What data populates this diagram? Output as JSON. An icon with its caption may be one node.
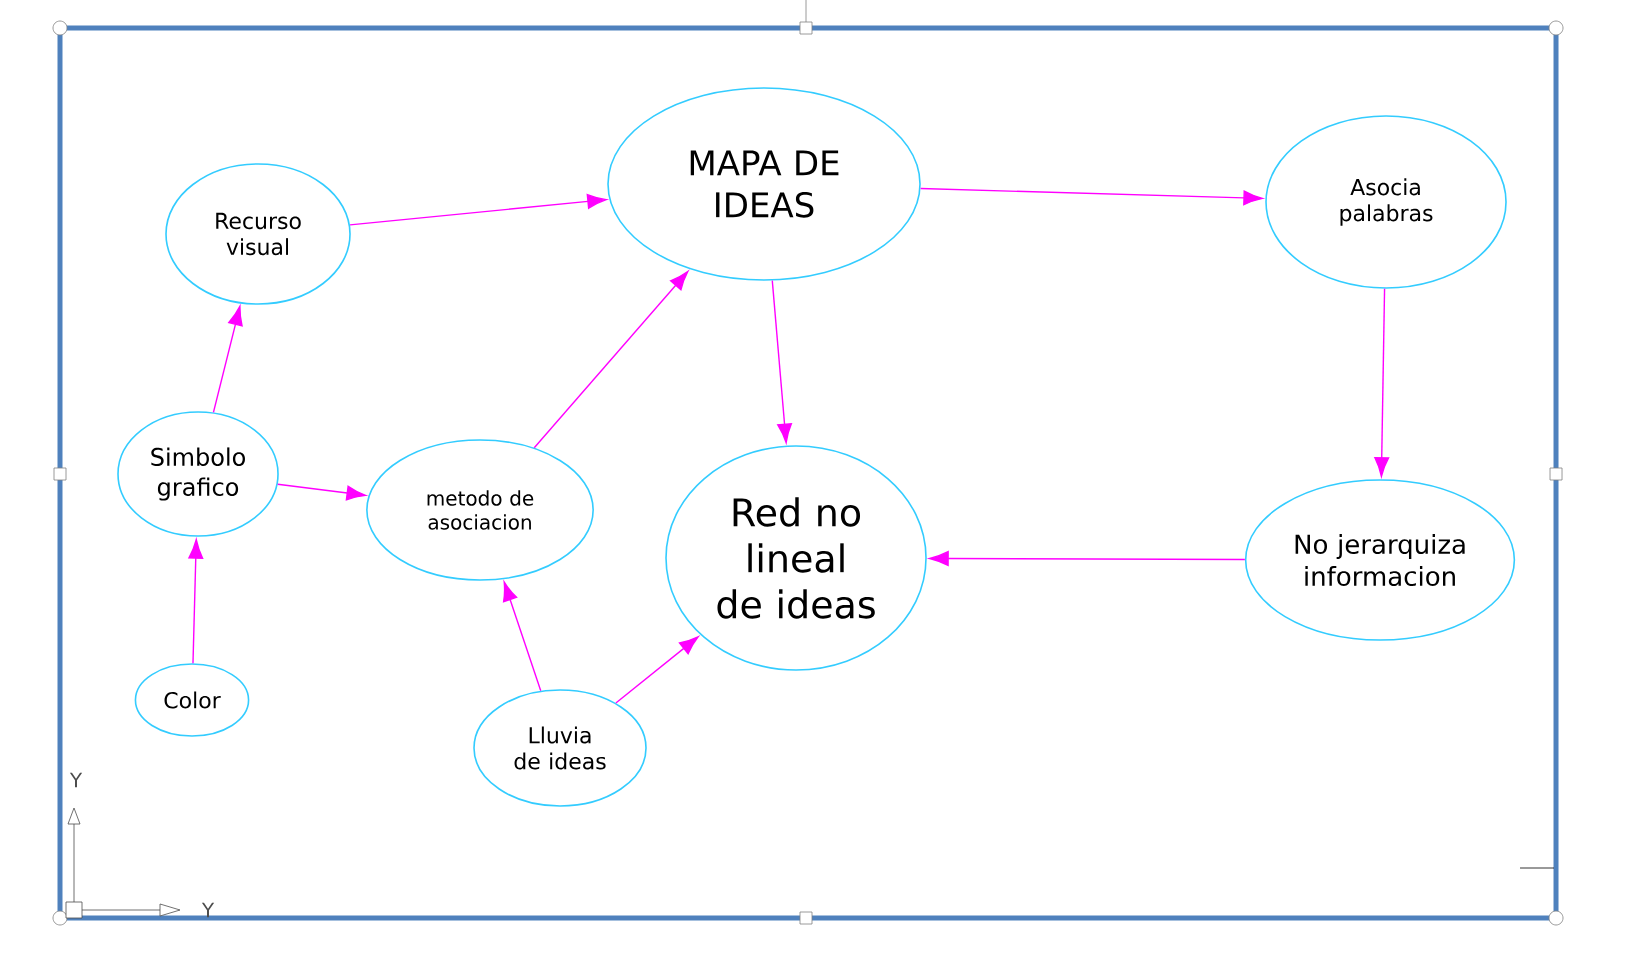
{
  "diagram": {
    "nodes": [
      {
        "text": [
          "MAPA DE IDEAS"
        ]
      },
      {
        "text": [
          "Recurso visual"
        ]
      },
      {
        "text": [
          "Asocia palabras"
        ]
      },
      {
        "text": [
          "Simbolo grafico"
        ]
      },
      {
        "text": [
          "metodo de asociacion"
        ]
      },
      {
        "text": [
          "Red no lineal de ideas"
        ]
      },
      {
        "text": [
          "No jerarquiza informacion"
        ]
      },
      {
        "text": [
          "Color"
        ]
      },
      {
        "text": [
          "Lluvia de ideas"
        ]
      }
    ],
    "edges": [
      {
        "from": 1,
        "to": 0,
        "arrow": "to"
      },
      {
        "from": 0,
        "to": 2,
        "arrow": "to"
      },
      {
        "from": 0,
        "to": 5,
        "arrow": "to"
      },
      {
        "from": 2,
        "to": 6,
        "arrow": "to"
      },
      {
        "from": 6,
        "to": 5,
        "arrow": "to"
      },
      {
        "from": 3,
        "to": 1,
        "arrow": "to"
      },
      {
        "from": 3,
        "to": 4,
        "arrow": "to"
      },
      {
        "from": 4,
        "to": 0,
        "arrow": "to"
      },
      {
        "from": 7,
        "to": 3,
        "arrow": "to"
      },
      {
        "from": 8,
        "to": 4,
        "arrow": "to"
      },
      {
        "from": 8,
        "to": 5,
        "arrow": "to"
      }
    ],
    "labels": [
      "Y",
      "Y"
    ]
  }
}
